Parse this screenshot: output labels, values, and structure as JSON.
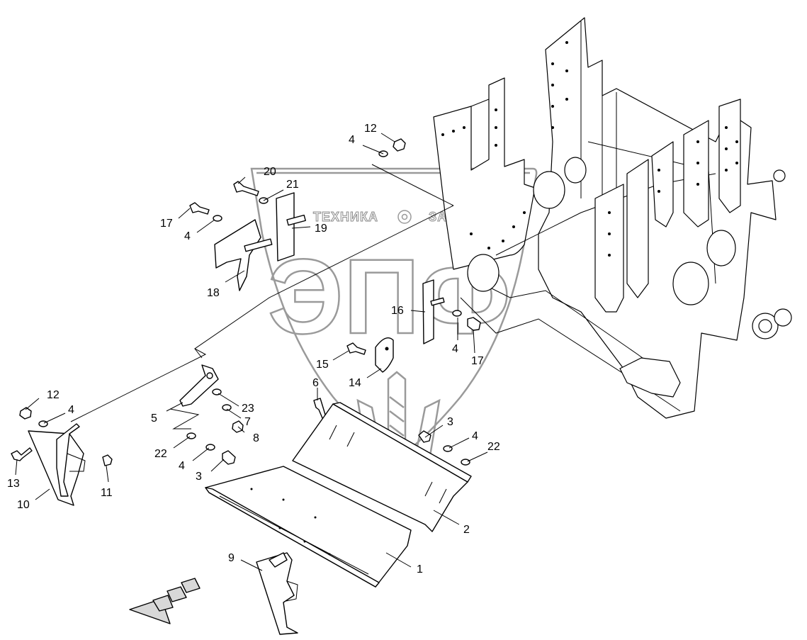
{
  "watermark": {
    "text_left": "ТЕХНИКА",
    "text_right": "ЗАПЧАСТИ",
    "logo_letters": "ЭПФ",
    "gear_icon": "gear-icon"
  },
  "callouts": [
    "12",
    "4",
    "20",
    "21",
    "19",
    "17",
    "4",
    "18",
    "16",
    "4",
    "17",
    "15",
    "14",
    "6",
    "5",
    "23",
    "7",
    "8",
    "22",
    "4",
    "3",
    "3",
    "4",
    "22",
    "2",
    "12",
    "4",
    "13",
    "10",
    "11",
    "1",
    "9"
  ],
  "direction_icon": "direction-arrow-icon"
}
